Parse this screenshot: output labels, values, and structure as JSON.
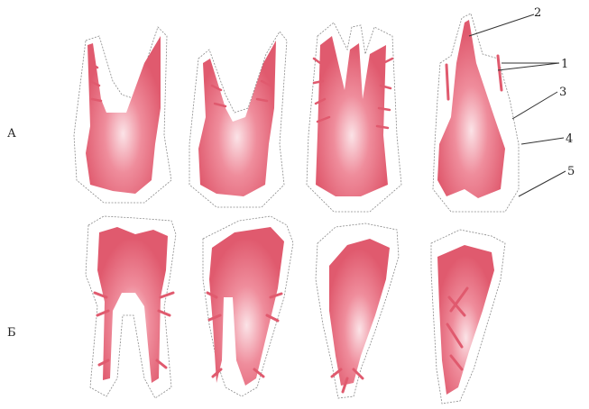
{
  "rows": [
    {
      "label": "А"
    },
    {
      "label": "Б"
    }
  ],
  "callouts": [
    {
      "label": "1"
    },
    {
      "label": "2"
    },
    {
      "label": "3"
    },
    {
      "label": "4"
    },
    {
      "label": "5"
    }
  ],
  "colors": {
    "pulp": "#e05a6e",
    "pulp_highlight": "#f9dde2",
    "outline": "#8a8a8a",
    "leader": "#333333"
  }
}
